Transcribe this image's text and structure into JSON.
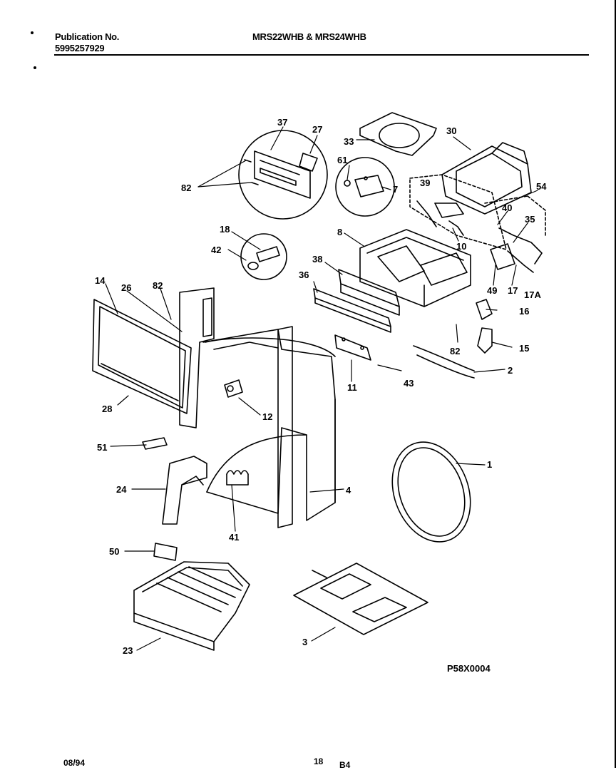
{
  "header": {
    "publication_label": "Publication No.",
    "publication_number": "5995257929",
    "models": "MRS22WHB & MRS24WHB"
  },
  "diagram": {
    "figure_code": "P58X0004",
    "callouts": [
      "37",
      "27",
      "33",
      "30",
      "61",
      "7",
      "39",
      "54",
      "40",
      "35",
      "82",
      "8",
      "10",
      "18",
      "42",
      "38",
      "36",
      "49",
      "17",
      "17A",
      "16",
      "15",
      "2",
      "43",
      "11",
      "14",
      "26",
      "82",
      "28",
      "12",
      "51",
      "1",
      "24",
      "4",
      "41",
      "50",
      "23",
      "3",
      "82"
    ]
  },
  "footer": {
    "date": "08/94",
    "page": "18",
    "page_suffix": "B4"
  }
}
